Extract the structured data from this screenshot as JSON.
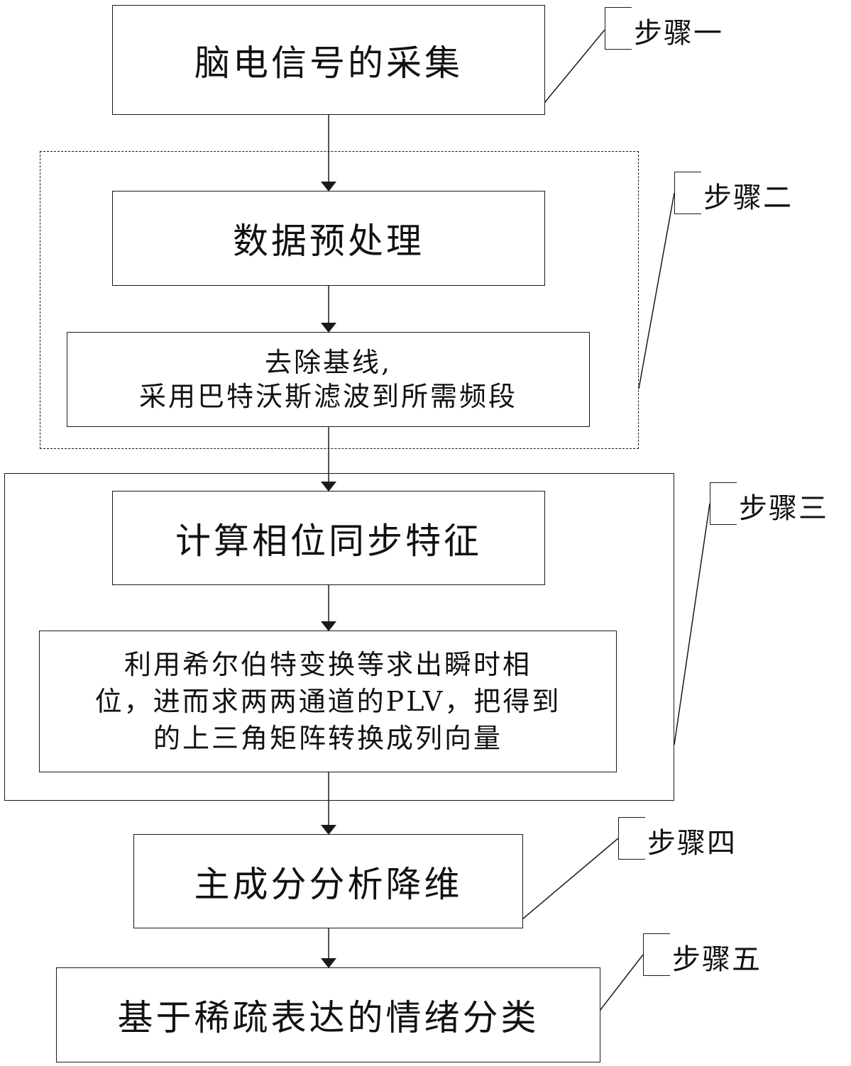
{
  "boxes": {
    "eeg_acquisition": "脑电信号的采集",
    "preprocessing": "数据预处理",
    "baseline_line1": "去除基线,",
    "baseline_line2": "采用巴特沃斯滤波到所需频段",
    "phase_sync": "计算相位同步特征",
    "hilbert_line1": "利用希尔伯特变换等求出瞬时相",
    "hilbert_line2": "位，进而求两两通道的PLV，把得到",
    "hilbert_line3": "的上三角矩阵转换成列向量",
    "pca": "主成分分析降维",
    "classification": "基于稀疏表达的情绪分类"
  },
  "steps": {
    "step1": "步骤一",
    "step2": "步骤二",
    "step3": "步骤三",
    "step4": "步骤四",
    "step5": "步骤五"
  }
}
